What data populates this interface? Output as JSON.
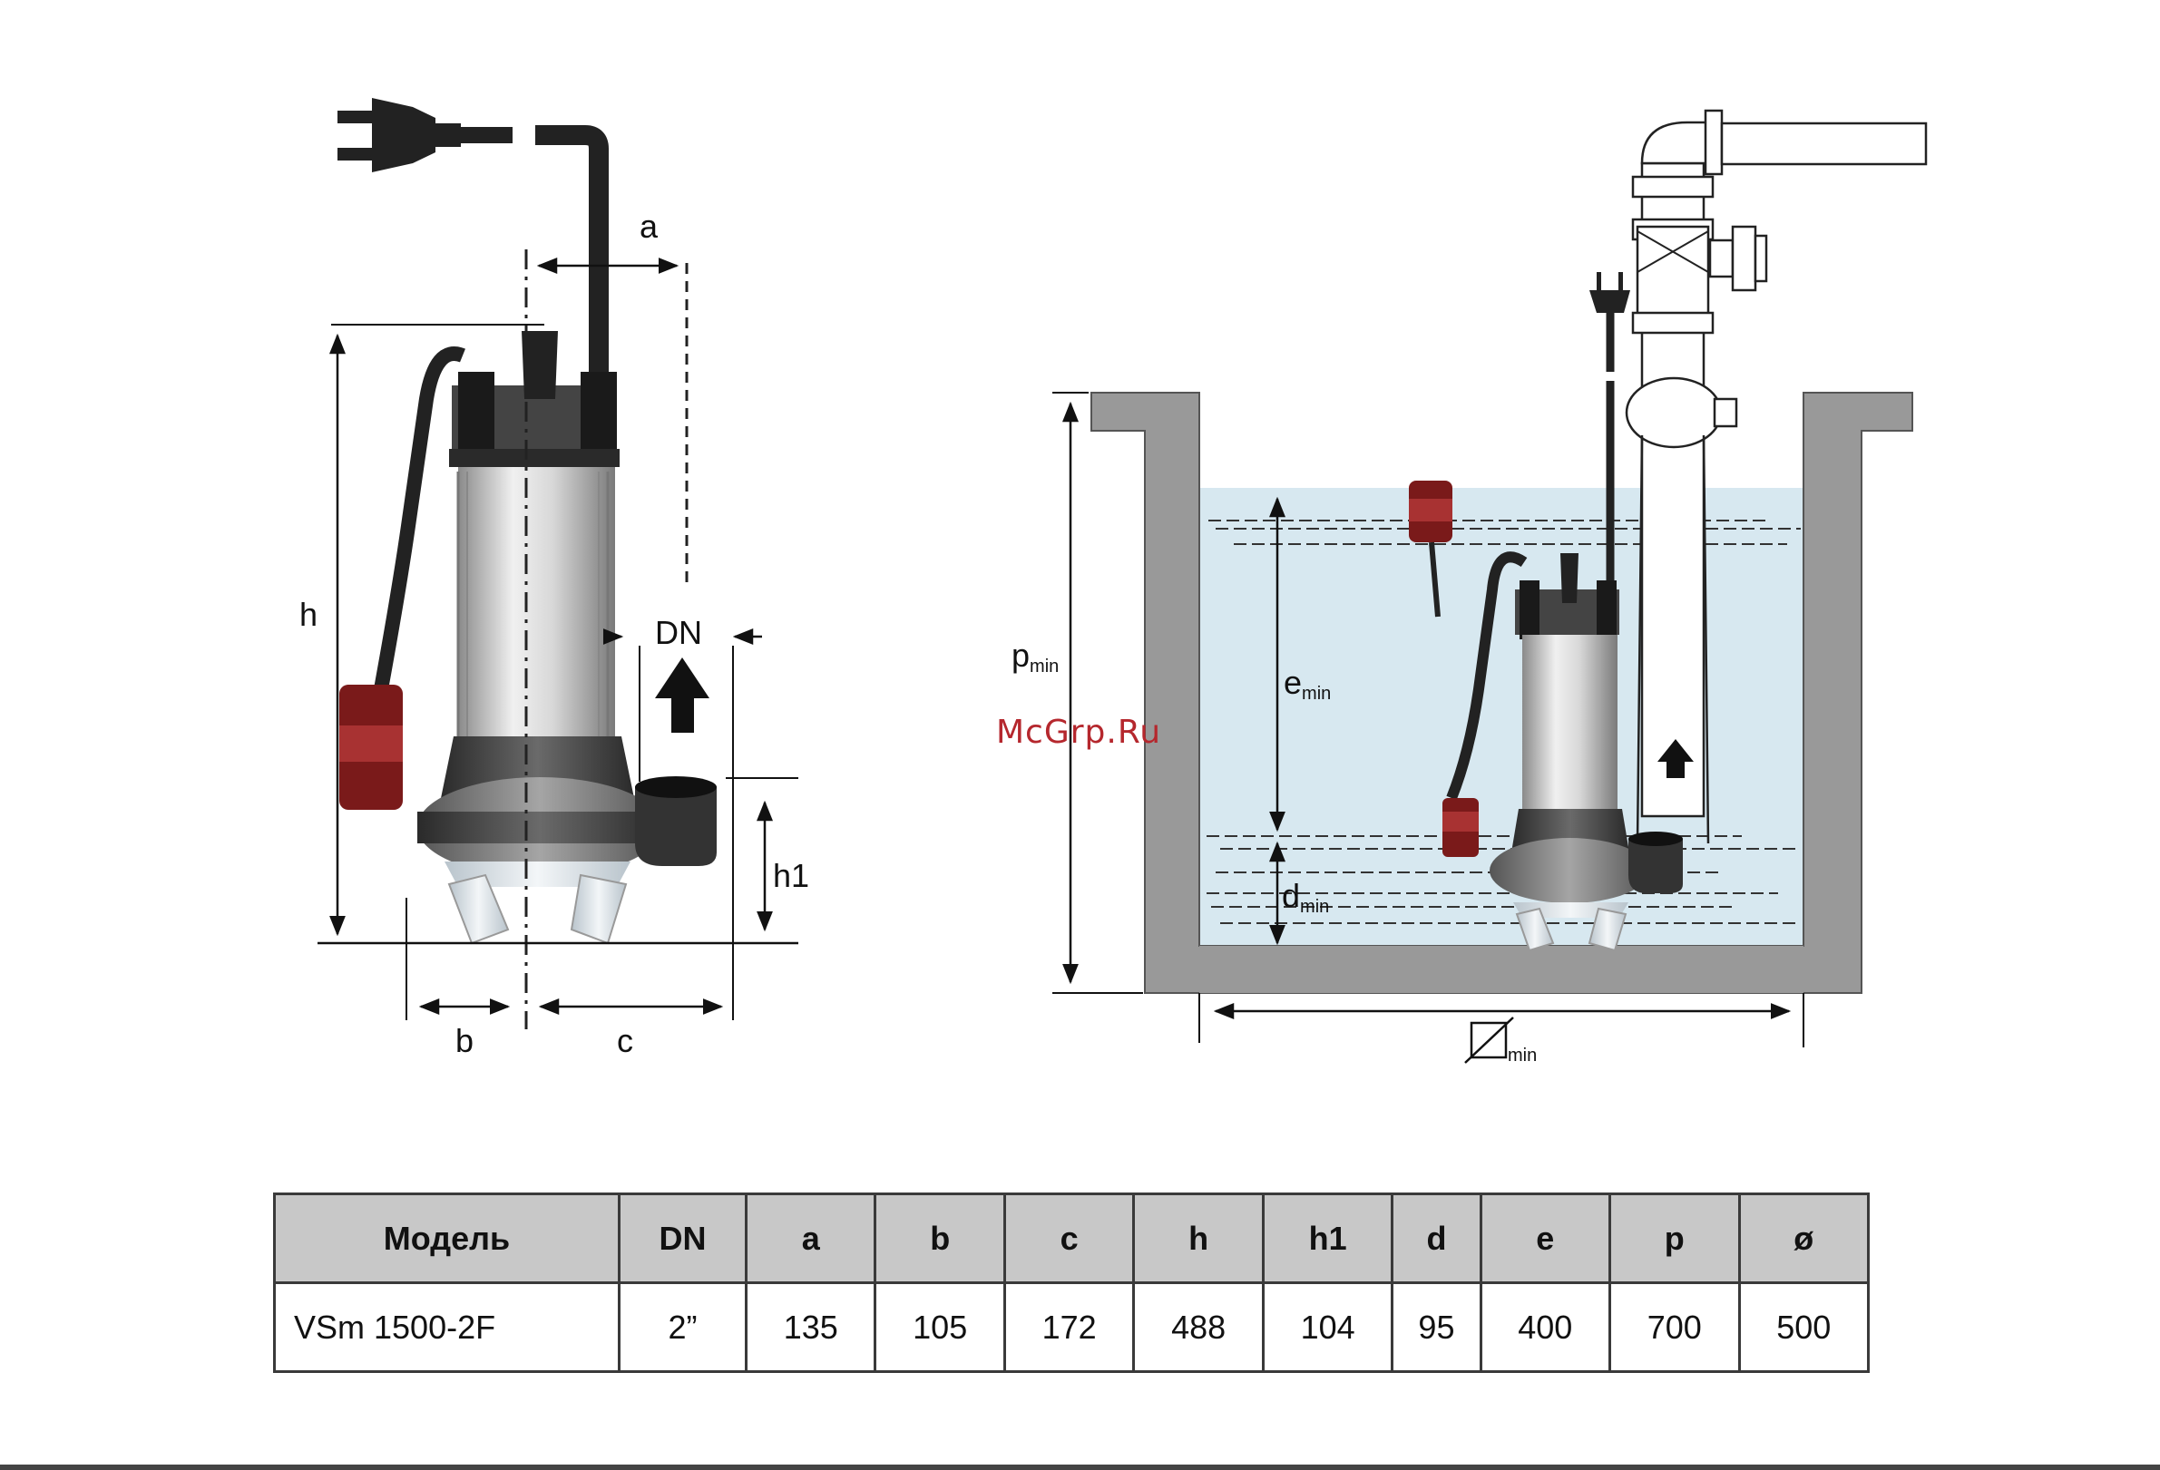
{
  "watermark": "McGrp.Ru",
  "pump_dimensions": {
    "labels": [
      "a",
      "h",
      "DN",
      "h1",
      "b",
      "c"
    ]
  },
  "installation": {
    "p_letter": "p",
    "p_sub": "min",
    "e_letter": "e",
    "e_sub": "min",
    "d_letter": "d",
    "d_sub": "min",
    "dia_sub": "min"
  },
  "table": {
    "headers": [
      "Модель",
      "DN",
      "a",
      "b",
      "c",
      "h",
      "h1",
      "d",
      "e",
      "p",
      "ø"
    ],
    "rows": [
      [
        "VSm 1500-2F",
        "2”",
        "135",
        "105",
        "172",
        "488",
        "104",
        "95",
        "400",
        "700",
        "500"
      ]
    ]
  }
}
